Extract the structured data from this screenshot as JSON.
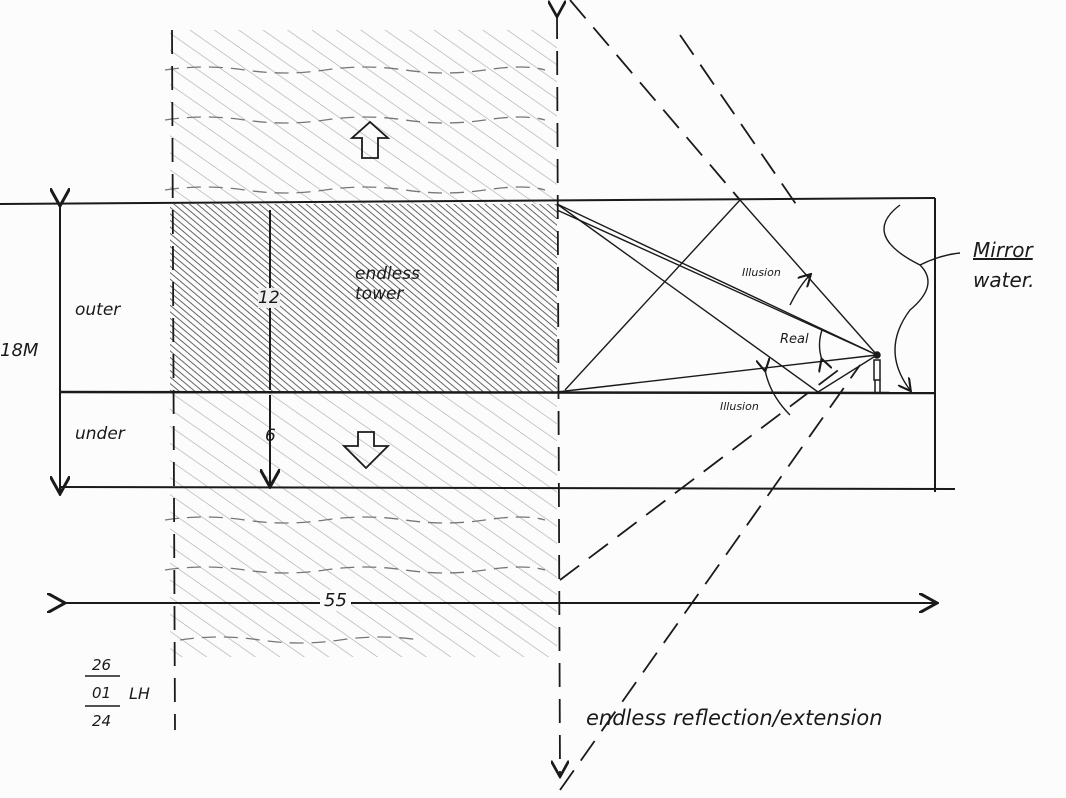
{
  "labels": {
    "outer": "outer",
    "under": "under",
    "height_total": "18M",
    "height_outer": "12",
    "height_under": "6",
    "tower": "endless tower",
    "illusion_upper": "Illusion",
    "real": "Real",
    "illusion_lower": "Illusion",
    "mirror": "Mirror",
    "water": "water.",
    "width": "55",
    "date_day": "26",
    "date_month": "01",
    "date_year": "24",
    "initials": "LH",
    "caption": "endless reflection/extension"
  },
  "colors": {
    "ink": "#1a1a1a",
    "pencil": "#8a8a8a",
    "paper": "#fcfcfc"
  }
}
